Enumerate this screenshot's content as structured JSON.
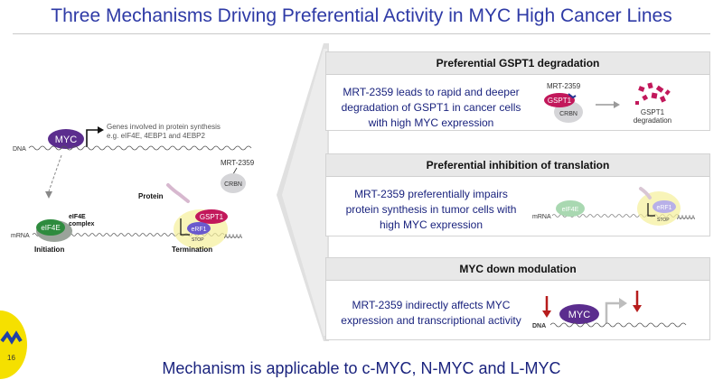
{
  "title": "Three Mechanisms Driving Preferential Activity in MYC High Cancer Lines",
  "left_diagram": {
    "myc": "MYC",
    "genes_line1": "Genes involved in protein synthesis",
    "genes_line2": "e.g. eIF4E, 4EBP1 and 4EBP2",
    "dna": "DNA",
    "mrna": "mRNA",
    "eif4e": "eIF4E",
    "eif4e_complex_line1": "eIF4E",
    "eif4e_complex_line2": "complex",
    "initiation": "Initiation",
    "protein": "Protein",
    "mrt": "MRT-2359",
    "crbn": "CRBN",
    "gspt1": "GSPT1",
    "erf1": "eRF1",
    "stop": "STOP",
    "aaaaa": "AAAAA",
    "termination": "Termination"
  },
  "panels": [
    {
      "header": "Preferential GSPT1 degradation",
      "text_lines": [
        "MRT-2359 leads to rapid and deeper",
        "degradation of GSPT1 in cancer cells",
        "with high MYC expression"
      ],
      "fig": {
        "mrt": "MRT-2359",
        "gspt1": "GSPT1",
        "crbn": "CRBN",
        "deg1": "GSPT1",
        "deg2": "degradation"
      }
    },
    {
      "header": "Preferential inhibition of translation",
      "text_lines": [
        "MRT-2359 preferentially impairs",
        "protein synthesis in tumor cells with",
        "high MYC expression"
      ],
      "fig": {
        "mrna": "mRNA",
        "eif4e": "eIF4E",
        "erf1": "eRF1",
        "stop": "STOP",
        "aaaaa": "AAAAA"
      }
    },
    {
      "header": "MYC down modulation",
      "text_lines": [
        "MRT-2359 indirectly affects MYC",
        "expression and transcriptional activity"
      ],
      "fig": {
        "myc": "MYC",
        "dna": "DNA"
      }
    }
  ],
  "bottom_text": "Mechanism is applicable to c-MYC, N-MYC and L-MYC",
  "page_number": "16",
  "colors": {
    "title": "#2e3aa6",
    "myc": "#5b2d8e",
    "gspt1": "#c2185b",
    "eif4e": "#2e8b3e",
    "erf1": "#6a5acd",
    "crbn": "#d5d5d8",
    "arrow_red": "#b71c1c",
    "logo_yellow": "#f5e000",
    "logo_blue": "#1f3fa8"
  }
}
